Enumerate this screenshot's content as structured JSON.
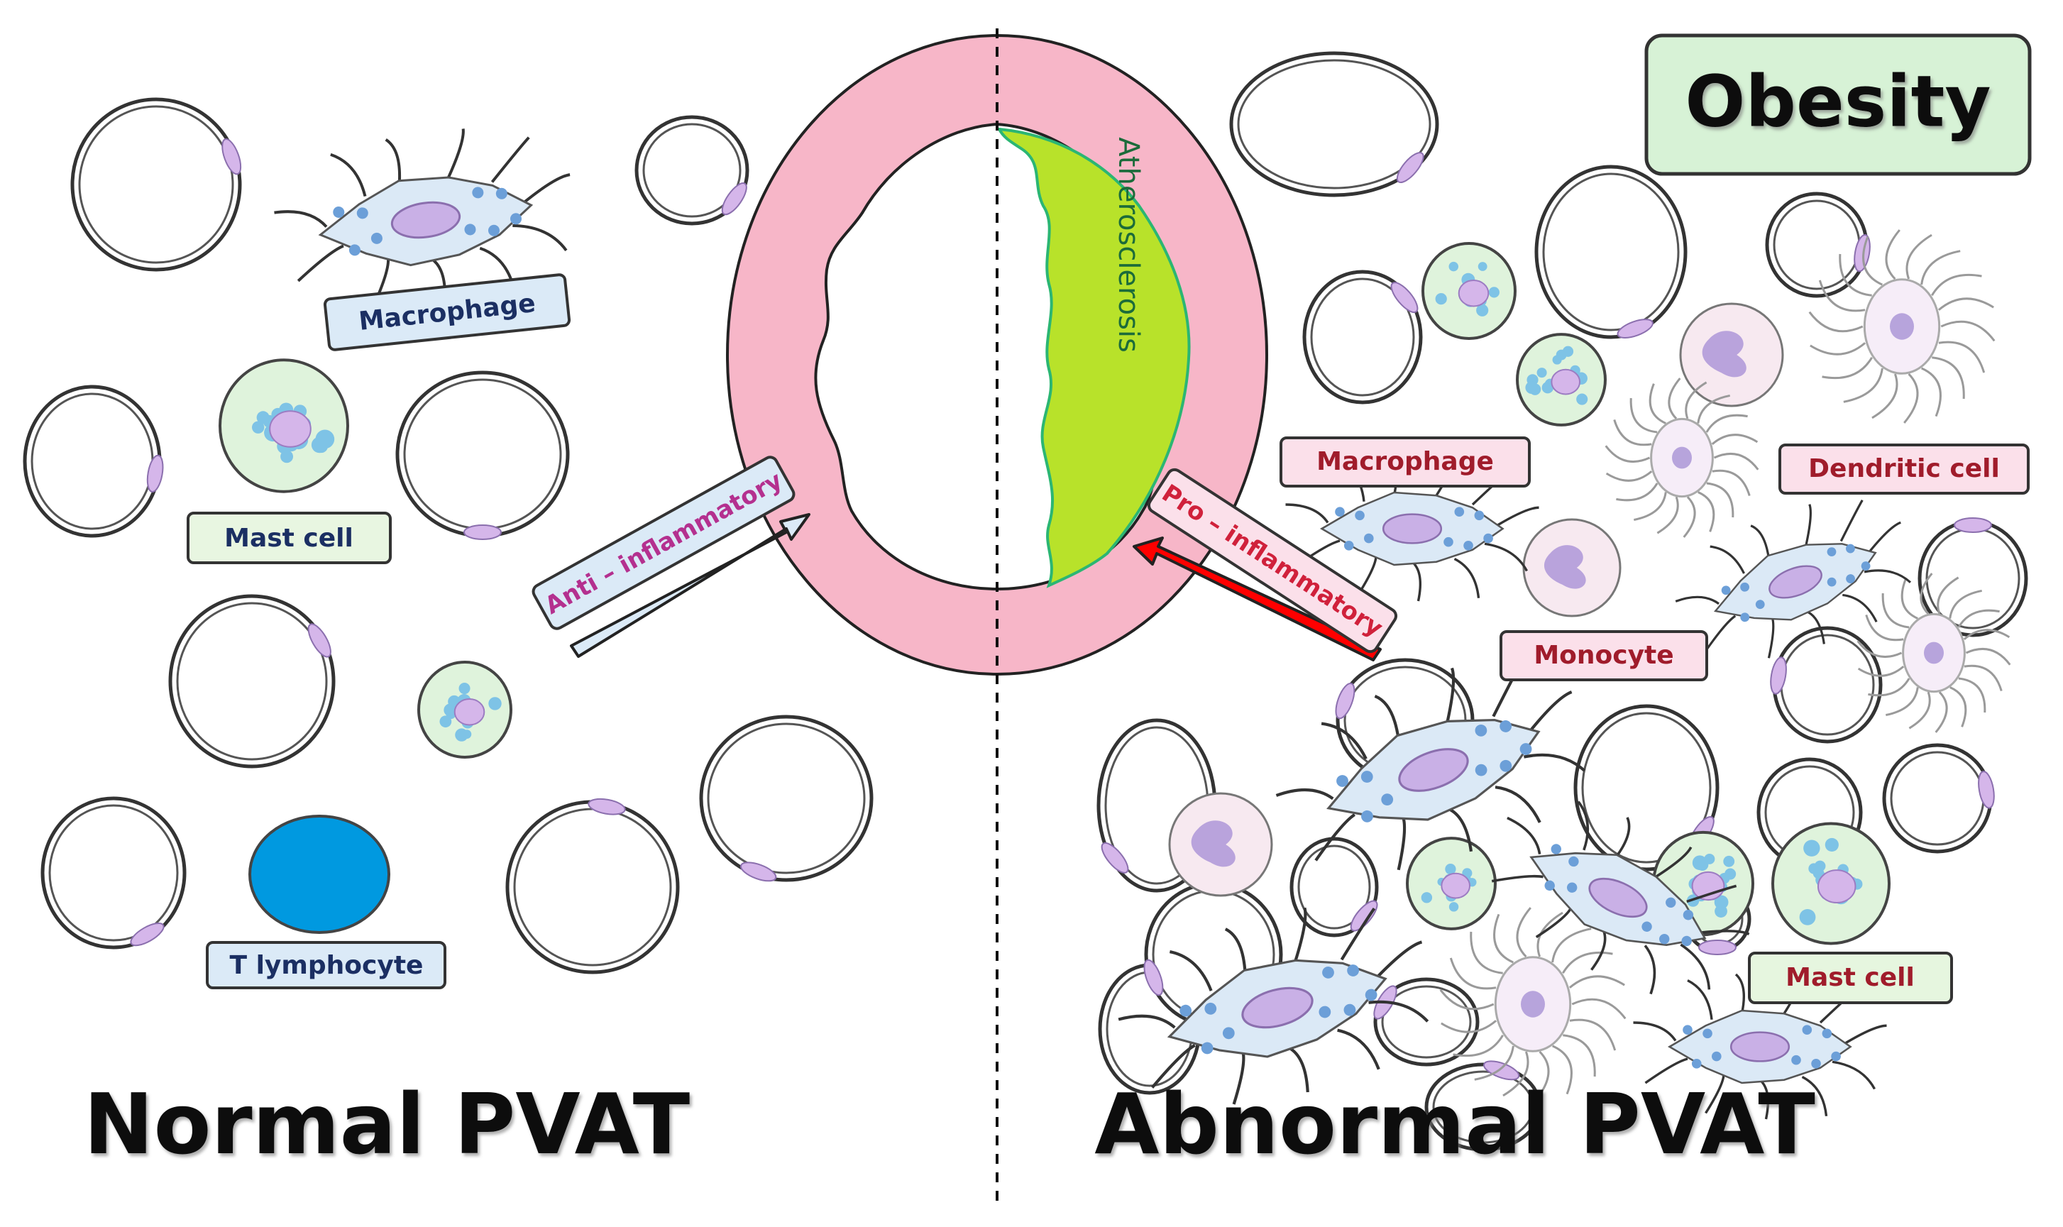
{
  "panels": {
    "left_title": "Normal PVAT",
    "right_title": "Abnormal PVAT"
  },
  "badges": {
    "obesity": "Obesity"
  },
  "vessel": {
    "plaque_label": "Atherosclerosis"
  },
  "arrows": {
    "anti": "Anti – inflammatory",
    "pro": "Pro – inflammatory"
  },
  "left_labels": {
    "macrophage": "Macrophage",
    "mast_cell": "Mast cell",
    "t_lymphocyte": "T lymphocyte"
  },
  "right_labels": {
    "macrophage": "Macrophage",
    "dendritic_cell": "Dendritic cell",
    "monocyte": "Monocyte",
    "mast_cell": "Mast cell"
  },
  "colors": {
    "vessel_wall": "#f7b6c8",
    "plaque": "#b8e22a",
    "plaque_edge": "#2bb673",
    "obesity_badge": "#d7f2d6",
    "left_label_blue": "#dbeaf7",
    "left_label_green": "#e8f6e1",
    "right_label_pink": "#fbe0ea",
    "right_label_green": "#e6f6df",
    "anti_arrow": "#dbeaf7",
    "pro_arrow": "#ff0000",
    "t_lymphocyte": "#0099e0",
    "nucleus": "#d5b6ea",
    "granule": "#7ec3e6",
    "mast_cell_body": "#dff3dc",
    "navy_text": "#1b2f63",
    "dark_red_text": "#a01c2b",
    "magenta_text": "#c2319a"
  }
}
